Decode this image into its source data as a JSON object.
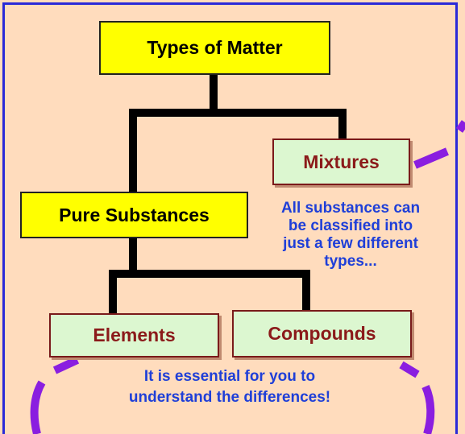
{
  "diagram": {
    "root": "Types of Matter",
    "branches": {
      "pure_substances": "Pure Substances",
      "mixtures": "Mixtures"
    },
    "leaves": {
      "elements": "Elements",
      "compounds": "Compounds"
    },
    "notes": {
      "classification": [
        "All substances can",
        "be classified into",
        "just a few different",
        "types..."
      ],
      "differences": [
        "It is essential for you to",
        "understand the differences!"
      ]
    }
  },
  "colors": {
    "background": "#ffdcbd",
    "frame": "#2a2ad8",
    "root_box": "#ffff00",
    "leaf_box": "#dcf7d0",
    "leaf_text": "#8b1a1a",
    "note_text": "#1f3fd8",
    "arc": "#8a1ee0",
    "connector": "#000000"
  }
}
